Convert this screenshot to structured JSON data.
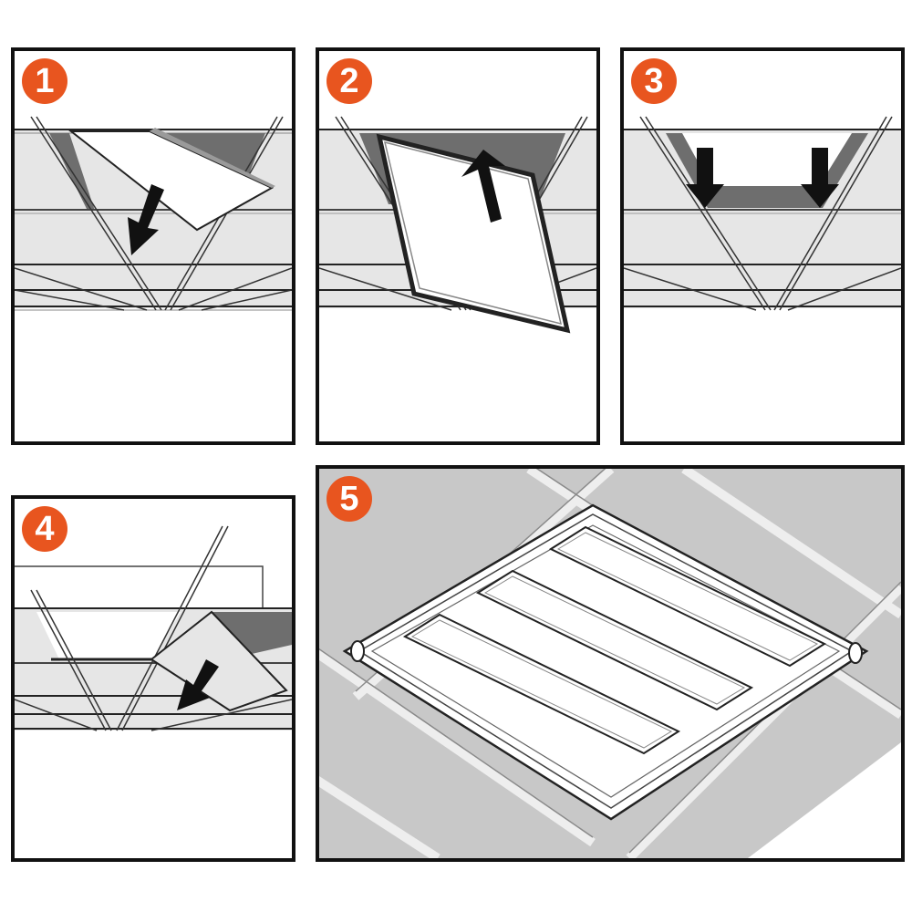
{
  "steps": [
    {
      "number": "1",
      "action": "tilt-panel-down"
    },
    {
      "number": "2",
      "action": "lift-panel-up"
    },
    {
      "number": "3",
      "action": "lower-into-grid"
    },
    {
      "number": "4",
      "action": "replace-tile"
    },
    {
      "number": "5",
      "action": "installed-fixture"
    }
  ],
  "colors": {
    "badge": "#e8551f",
    "frame": "#111111",
    "ceiling_light": "#e6e6e6",
    "ceiling_dark": "#6e6e6e",
    "tile_gray": "#c8c8c8",
    "arrow": "#111111"
  }
}
